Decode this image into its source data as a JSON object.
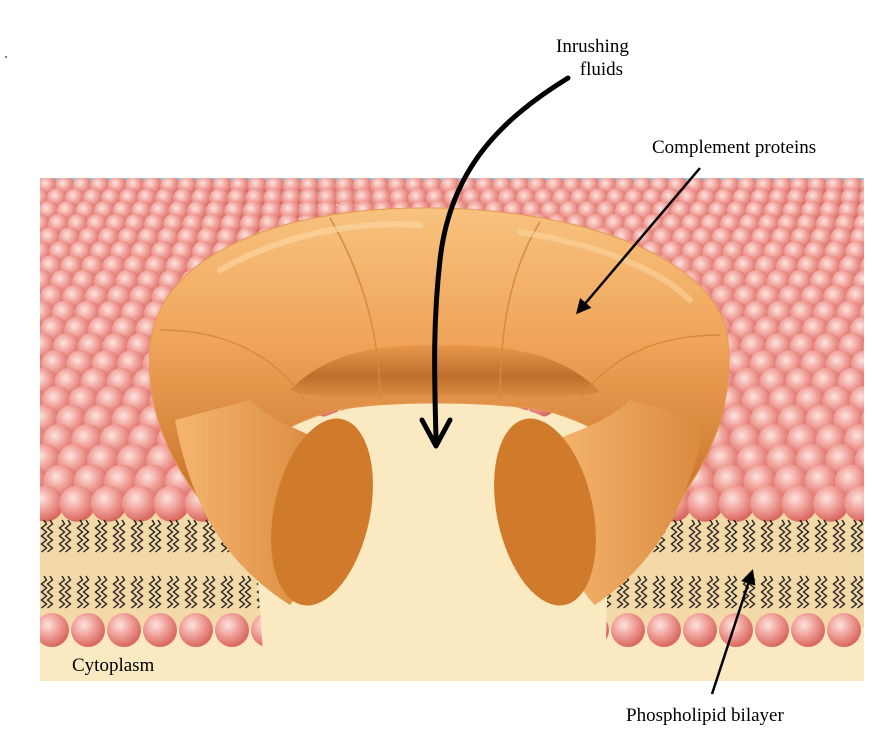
{
  "labels": {
    "inrushing": "Inrushing fluids",
    "inrushing_line1": "Inrushing",
    "inrushing_line2": "fluids",
    "complement": "Complement proteins",
    "cytoplasm": "Cytoplasm",
    "bilayer": "Phospholipid bilayer"
  },
  "colors": {
    "extracellular": "#7ec8e3",
    "lipid_head": "#f2a7a0",
    "lipid_head_dark": "#d9675f",
    "cytoplasm": "#fbe9c2",
    "tail_region": "#f3d9a8",
    "protein": "#f0a55a",
    "protein_dark": "#d07a2c",
    "arrow": "#000000"
  }
}
